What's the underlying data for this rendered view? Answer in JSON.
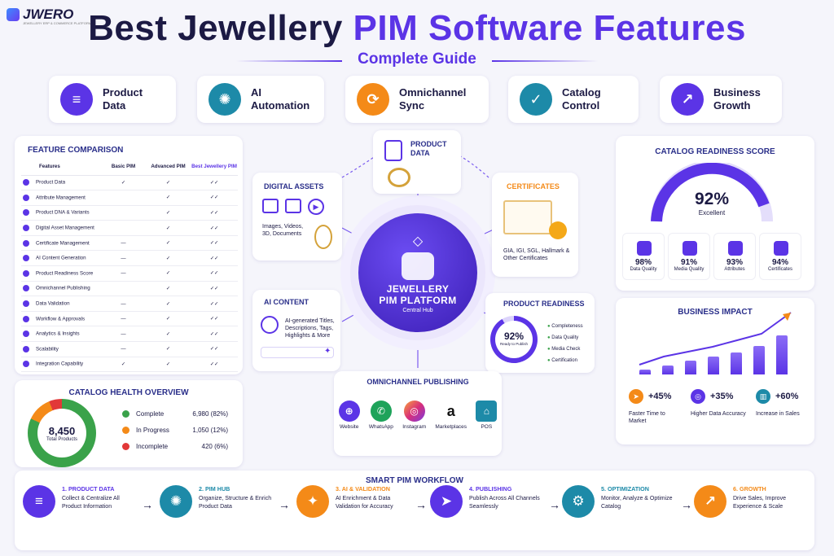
{
  "logo": {
    "name": "JWERO",
    "tagline": "JEWELLERY ERP & COMMERCE PLATFORM"
  },
  "title": {
    "main": "Best Jewellery ",
    "highlight": "PIM Software Features",
    "subtitle": "Complete Guide"
  },
  "features": [
    {
      "label": "Product Data",
      "icon": "database-icon",
      "color": "#5b34e6"
    },
    {
      "label": "AI Automation",
      "icon": "brain-icon",
      "color": "#1d8aa8"
    },
    {
      "label": "Omnichannel Sync",
      "icon": "sync-icon",
      "color": "#f48a18"
    },
    {
      "label": "Catalog Control",
      "icon": "shield-check-icon",
      "color": "#1d8aa8"
    },
    {
      "label": "Business Growth",
      "icon": "growth-chart-icon",
      "color": "#5b34e6"
    }
  ],
  "comparison": {
    "title": "FEATURE COMPARISON",
    "headers": [
      "Features",
      "Basic PIM",
      "Advanced PIM",
      "Best Jewellery PIM"
    ],
    "rows": [
      {
        "name": "Product Data",
        "basic": "✓",
        "adv": "✓",
        "best": "✓✓"
      },
      {
        "name": "Attribute Management",
        "basic": "",
        "adv": "✓",
        "best": "✓✓"
      },
      {
        "name": "Product DNA & Variants",
        "basic": "",
        "adv": "✓",
        "best": "✓✓"
      },
      {
        "name": "Digital Asset Management",
        "basic": "",
        "adv": "✓",
        "best": "✓✓"
      },
      {
        "name": "Certificate Management",
        "basic": "—",
        "adv": "✓",
        "best": "✓✓"
      },
      {
        "name": "AI Content Generation",
        "basic": "—",
        "adv": "✓",
        "best": "✓✓"
      },
      {
        "name": "Product Readiness Score",
        "basic": "—",
        "adv": "✓",
        "best": "✓✓"
      },
      {
        "name": "Omnichannel Publishing",
        "basic": "",
        "adv": "✓",
        "best": "✓✓"
      },
      {
        "name": "Data Validation",
        "basic": "—",
        "adv": "✓",
        "best": "✓✓"
      },
      {
        "name": "Workflow & Approvals",
        "basic": "—",
        "adv": "✓",
        "best": "✓✓"
      },
      {
        "name": "Analytics & Insights",
        "basic": "—",
        "adv": "✓",
        "best": "✓✓"
      },
      {
        "name": "Scalability",
        "basic": "—",
        "adv": "✓",
        "best": "✓✓"
      },
      {
        "name": "Integration Capability",
        "basic": "✓",
        "adv": "✓",
        "best": "✓✓"
      }
    ]
  },
  "health": {
    "title": "CATALOG HEALTH OVERVIEW",
    "total": "8,450",
    "total_label": "Total Products",
    "items": [
      {
        "label": "Complete",
        "value": "6,980 (82%)",
        "color": "#3aa24a"
      },
      {
        "label": "In Progress",
        "value": "1,050 (12%)",
        "color": "#f48a18"
      },
      {
        "label": "Incomplete",
        "value": "420 (6%)",
        "color": "#e23838"
      }
    ]
  },
  "hub": {
    "line1": "JEWELLERY",
    "line2": "PIM PLATFORM",
    "line3": "Central Hub"
  },
  "nodes": {
    "product_data": "PRODUCT DATA",
    "digital_assets": {
      "title": "DIGITAL ASSETS",
      "desc": "Images, Videos, 3D, Documents"
    },
    "certificates": {
      "title": "CERTIFICATES",
      "desc": "GIA, IGI, SGL, Hallmark & Other Certificates"
    },
    "ai_content": {
      "title": "AI CONTENT",
      "desc": "AI-generated Titles, Descriptions, Tags, Highlights & More"
    },
    "readiness": {
      "title": "PRODUCT READINESS",
      "value": "92%",
      "label": "Ready to Publish",
      "items": [
        "Completeness",
        "Data Quality",
        "Media Check",
        "Certification"
      ]
    },
    "omni": {
      "title": "OMNICHANNEL PUBLISHING",
      "channels": [
        "Website",
        "WhatsApp",
        "Instagram",
        "Marketplaces",
        "POS"
      ]
    }
  },
  "catalog_score": {
    "title": "CATALOG READINESS SCORE",
    "value": "92%",
    "label": "Excellent",
    "metrics": [
      {
        "value": "98%",
        "label": "Data Quality"
      },
      {
        "value": "91%",
        "label": "Media Quality"
      },
      {
        "value": "93%",
        "label": "Attributes"
      },
      {
        "value": "94%",
        "label": "Certificates"
      }
    ]
  },
  "impact": {
    "title": "BUSINESS IMPACT",
    "bars": [
      0.12,
      0.22,
      0.32,
      0.42,
      0.52,
      0.68,
      0.92
    ],
    "stats": [
      {
        "value": "+45%",
        "label": "Faster Time to Market",
        "color": "#f48a18"
      },
      {
        "value": "+35%",
        "label": "Higher Data Accuracy",
        "color": "#5b34e6"
      },
      {
        "value": "+60%",
        "label": "Increase in Sales",
        "color": "#1d8aa8"
      }
    ]
  },
  "workflow": {
    "title": "SMART PIM WORKFLOW",
    "steps": [
      {
        "title": "1. PRODUCT DATA",
        "desc": "Collect & Centralize All Product Information",
        "color": "#5b34e6"
      },
      {
        "title": "2. PIM HUB",
        "desc": "Organize, Structure & Enrich Product Data",
        "color": "#1d8aa8"
      },
      {
        "title": "3. AI & VALIDATION",
        "desc": "AI Enrichment & Data Validation for Accuracy",
        "color": "#f48a18"
      },
      {
        "title": "4. PUBLISHING",
        "desc": "Publish Across All Channels Seamlessly",
        "color": "#5b34e6"
      },
      {
        "title": "5. OPTIMIZATION",
        "desc": "Monitor, Analyze & Optimize Catalog",
        "color": "#1d8aa8"
      },
      {
        "title": "6. GROWTH",
        "desc": "Drive Sales, Improve Experience & Scale",
        "color": "#f48a18"
      }
    ]
  }
}
